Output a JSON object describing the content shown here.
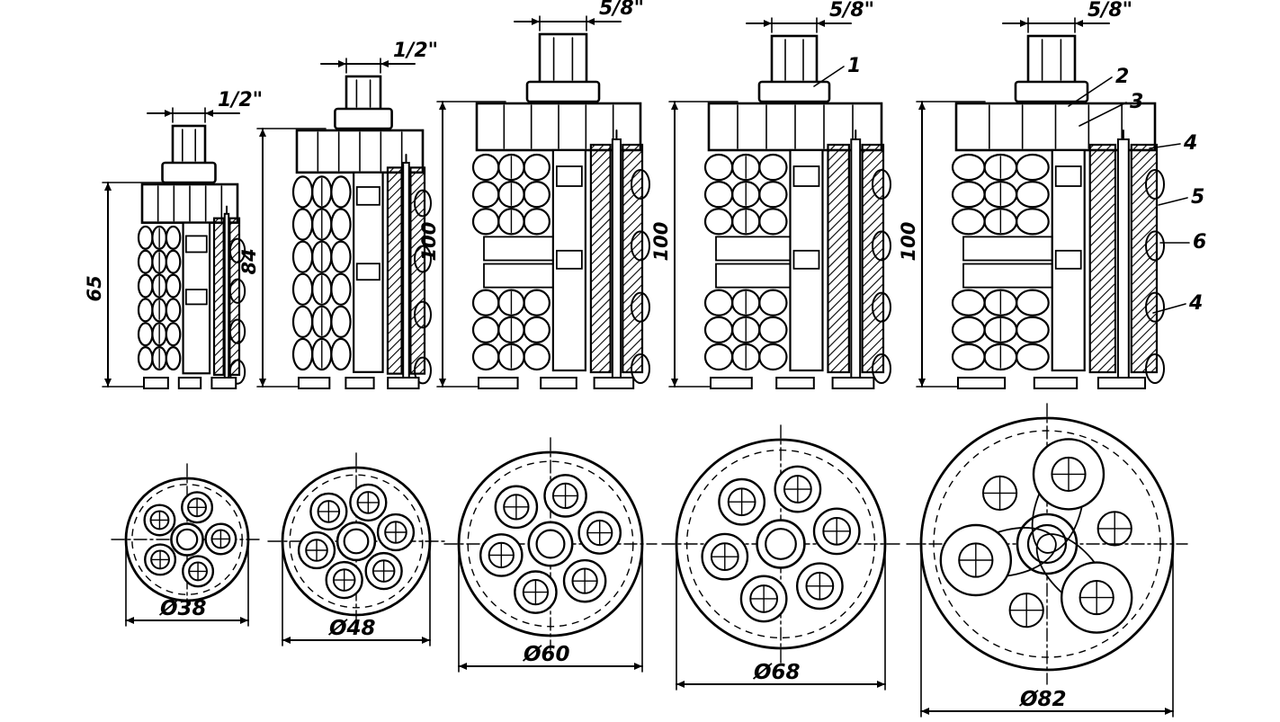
{
  "figure": {
    "assemblies": [
      {
        "thread": "1/2\"",
        "height": "65",
        "diameter": "Ø38"
      },
      {
        "thread": "1/2\"",
        "height": "84",
        "diameter": "Ø48"
      },
      {
        "thread": "5/8\"",
        "height": "100",
        "diameter": "Ø60"
      },
      {
        "thread": "5/8\"",
        "height": "100",
        "diameter": "Ø68"
      },
      {
        "thread": "5/8\"",
        "height": "100",
        "diameter": "Ø82"
      }
    ],
    "callouts": [
      "1",
      "2",
      "3",
      "4",
      "5",
      "6",
      "4"
    ],
    "colors": {
      "ink": "#000000",
      "paper": "#ffffff"
    }
  }
}
